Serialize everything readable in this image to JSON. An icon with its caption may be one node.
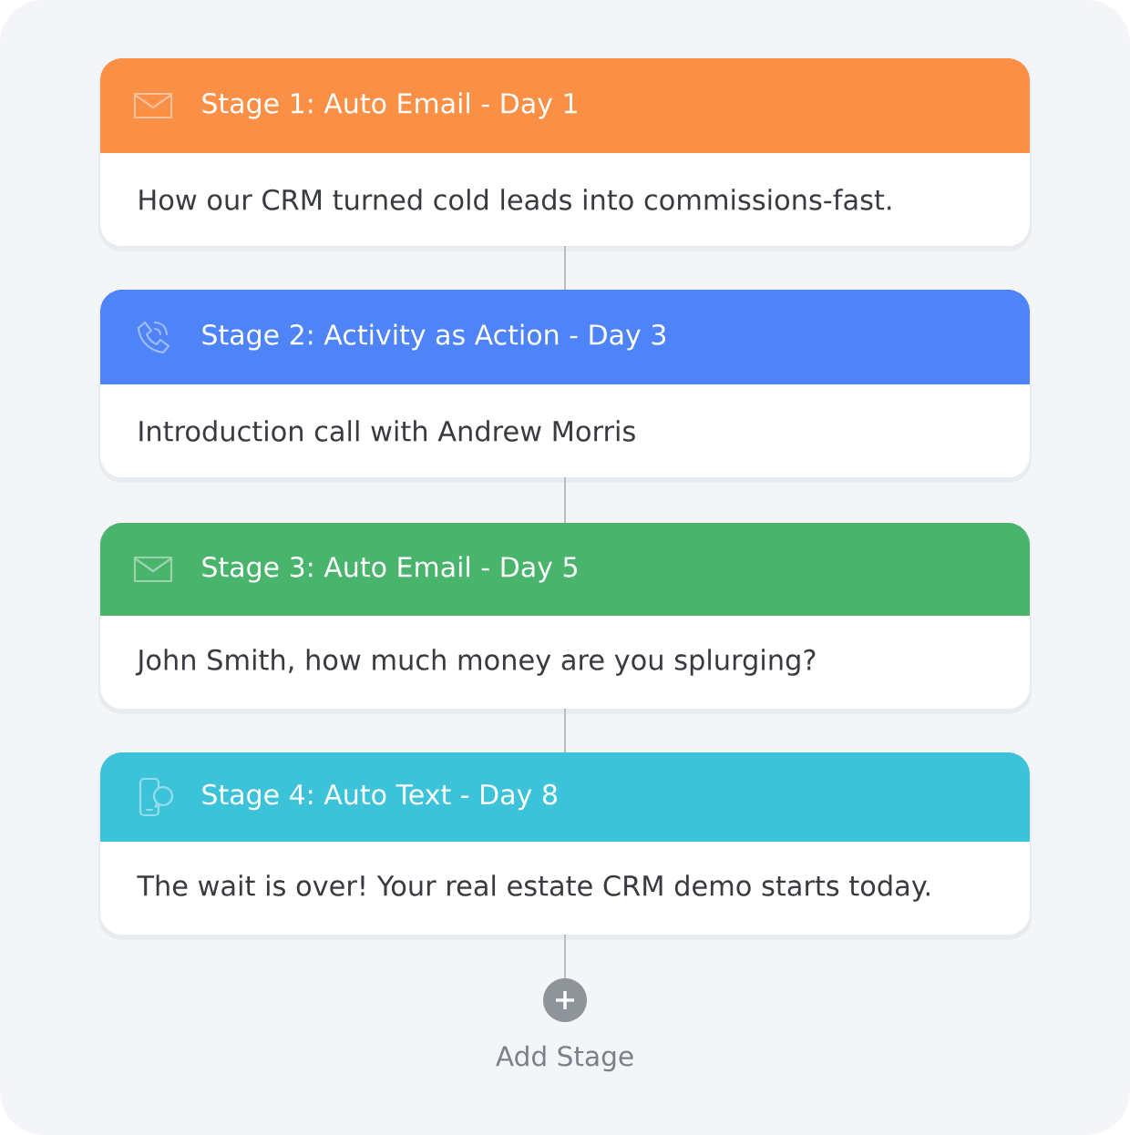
{
  "diagram": {
    "nodes": [
      {
        "text": [
          "Stage 1: Auto Email - Day 1",
          "How our CRM turned cold leads into commissions-fast."
        ]
      },
      {
        "text": [
          "Stage 2: Activity as Action - Day 3",
          "Introduction call with Andrew Morris"
        ]
      },
      {
        "text": [
          "Stage 3: Auto Email - Day 5",
          "John Smith, how much money are you splurging?"
        ]
      },
      {
        "text": [
          "Stage 4: Auto Text - Day 8",
          "The wait is over! Your real estate CRM demo starts today."
        ]
      },
      {
        "text": [],
        "shape": "circle",
        "beside": [
          "Add Stage"
        ]
      }
    ],
    "edges": [
      {
        "from": 0,
        "to": 1,
        "arrow": "none"
      },
      {
        "from": 1,
        "to": 2,
        "arrow": "none"
      },
      {
        "from": 2,
        "to": 3,
        "arrow": "none"
      },
      {
        "from": 3,
        "to": 4,
        "arrow": "none"
      }
    ]
  }
}
